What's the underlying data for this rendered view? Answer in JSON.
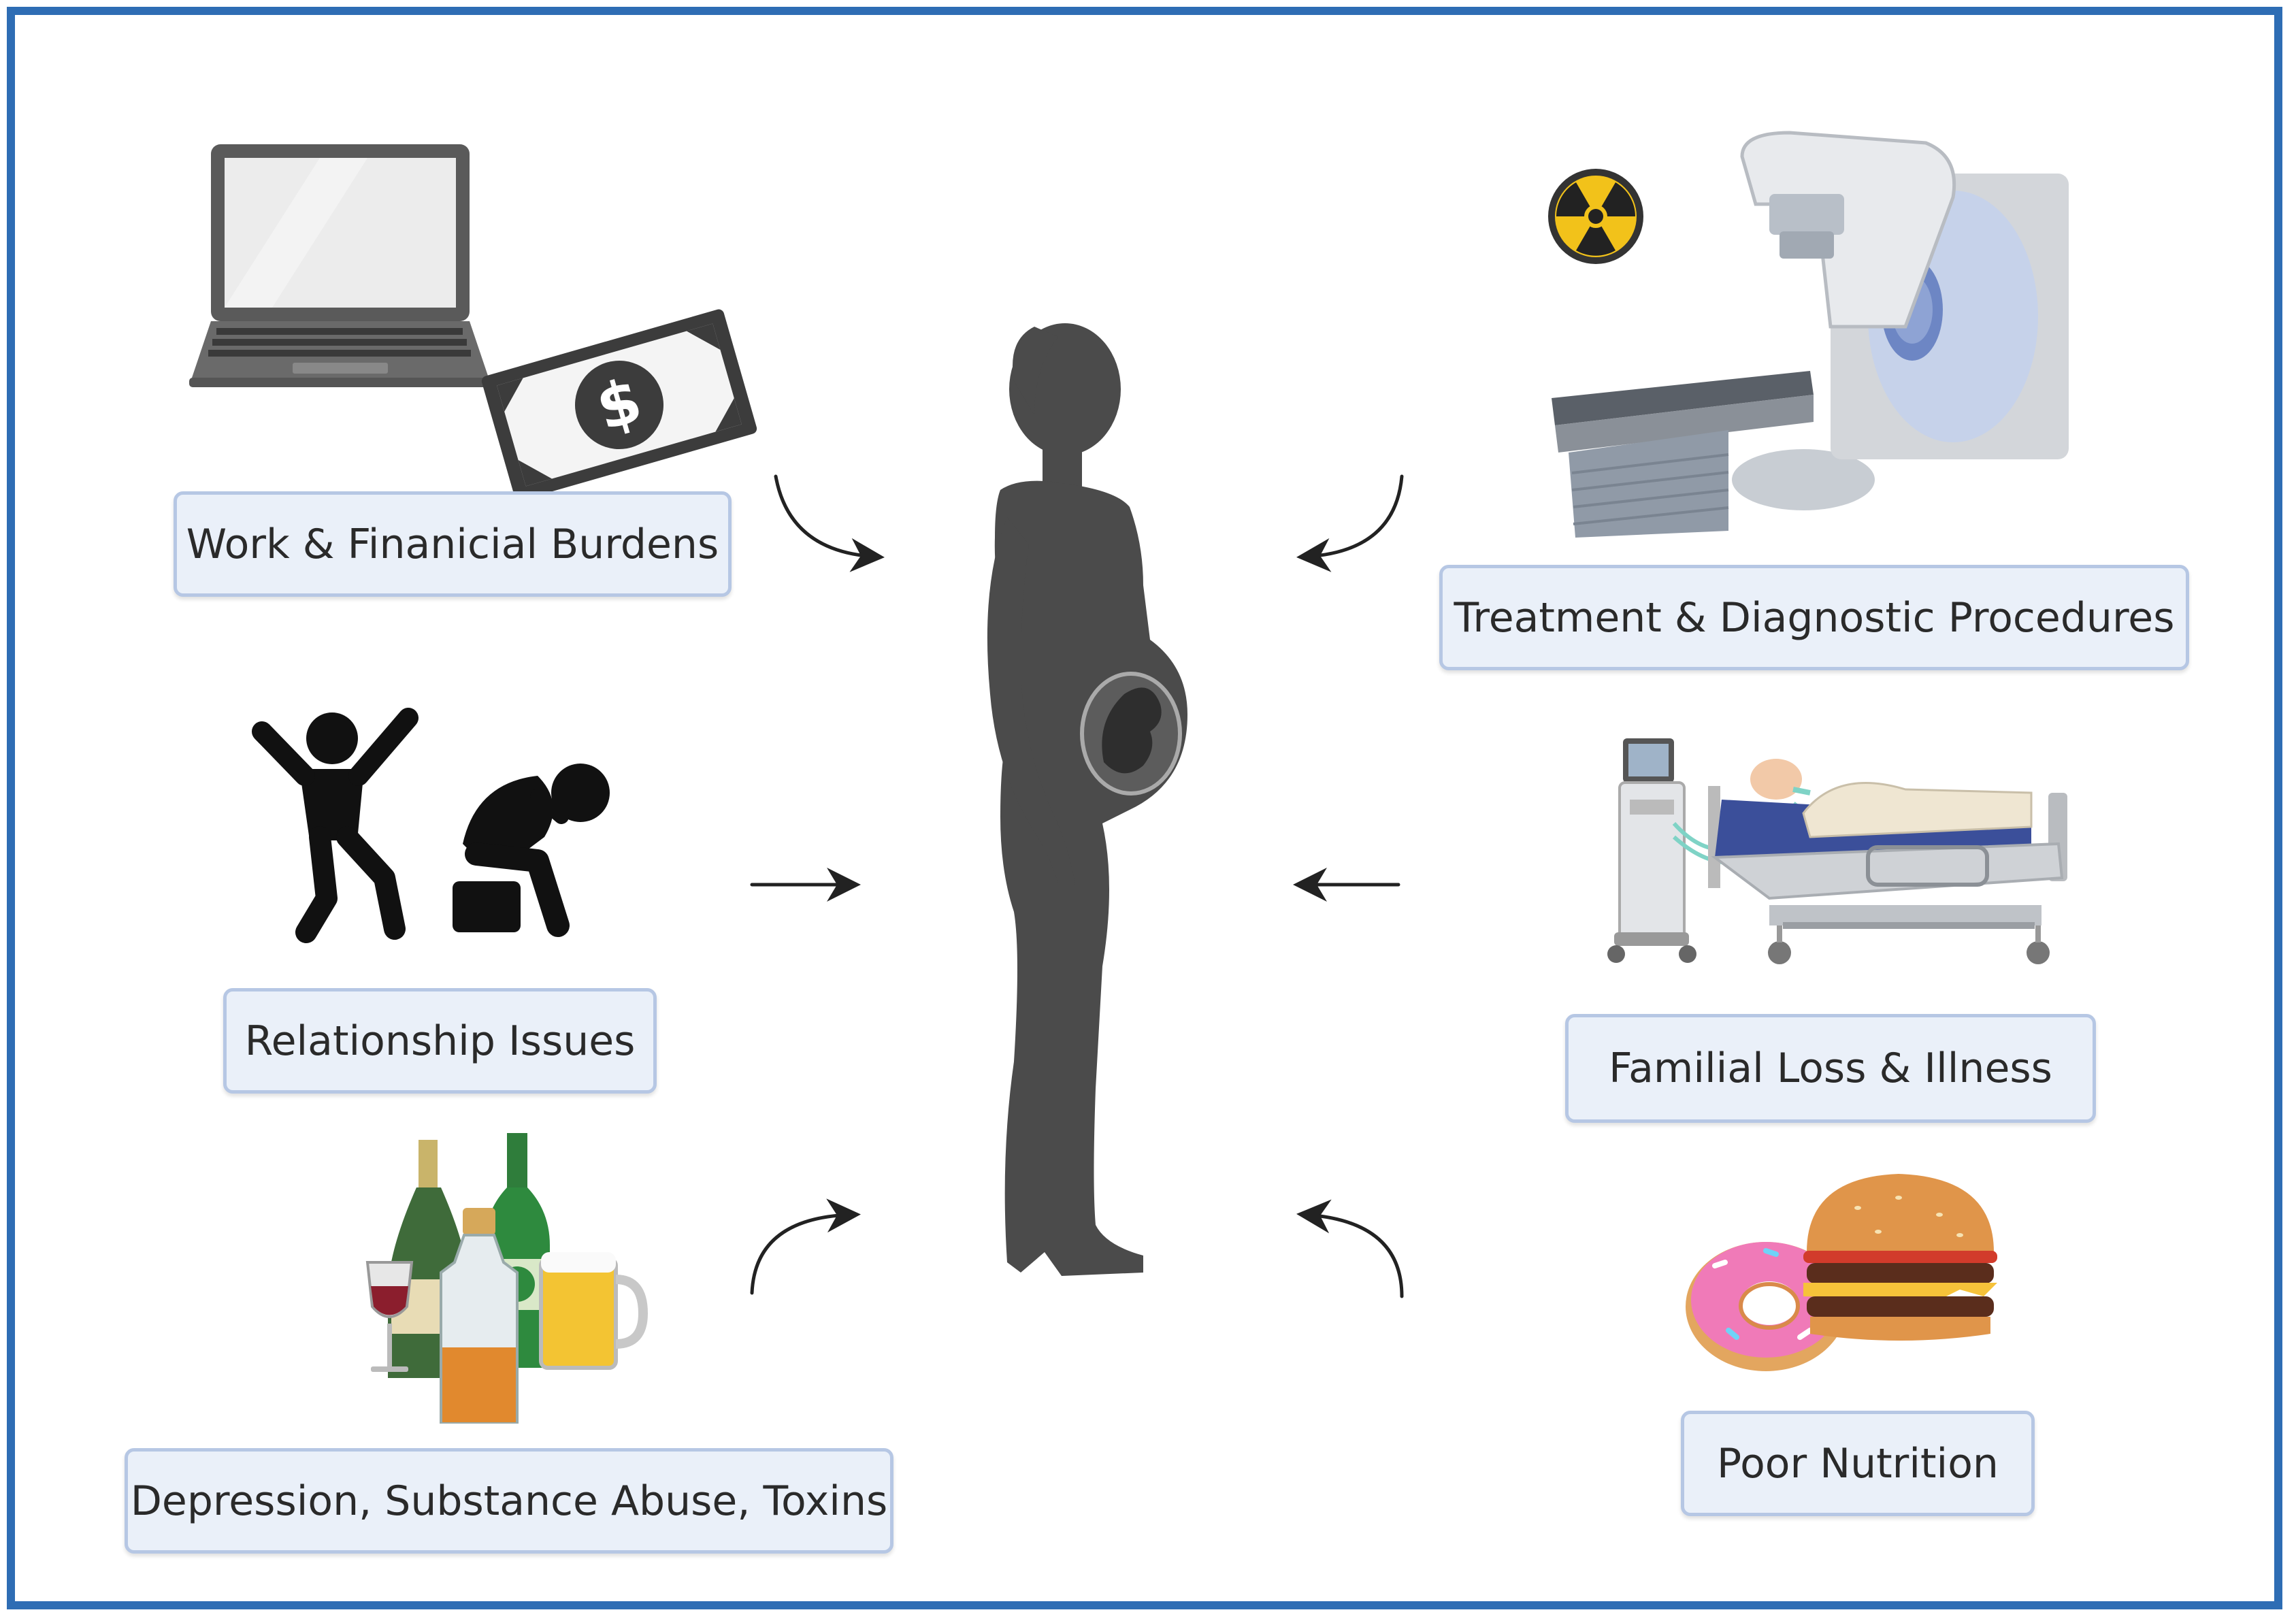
{
  "diagram": {
    "labels": {
      "work": "Work & Finanicial Burdens",
      "relationship": "Relationship Issues",
      "depression": "Depression, Substance Abuse, Toxins",
      "treatment": "Treatment & Diagnostic Procedures",
      "familial": "Familial Loss & Illness",
      "nutrition": "Poor Nutrition"
    },
    "icons": {
      "dollar_symbol": "$"
    },
    "colors": {
      "frame": "#2e6db4",
      "label_fill": "#eaf0f9",
      "label_border": "#b6c7e4",
      "silhouette": "#4b4b4b"
    }
  }
}
